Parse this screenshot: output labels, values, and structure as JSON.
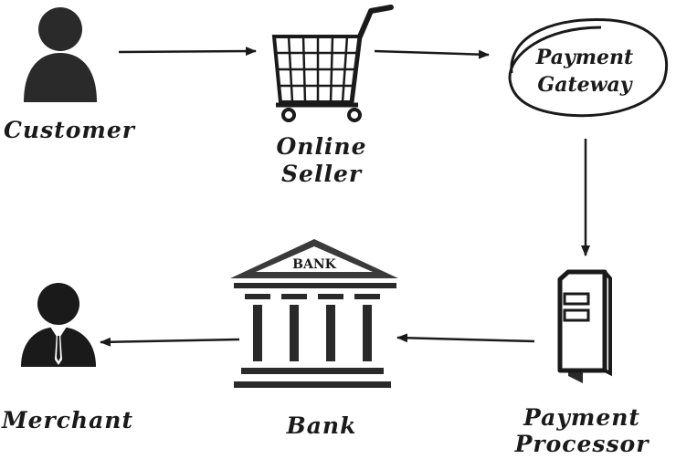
{
  "nodes": {
    "customer": {
      "label": "Customer",
      "icon": "person-icon"
    },
    "online_seller": {
      "label_line1": "Online",
      "label_line2": "Seller",
      "icon": "shopping-cart-icon"
    },
    "payment_gateway": {
      "label_line1": "Payment",
      "label_line2": "Gateway",
      "icon": "ellipse-outline"
    },
    "payment_processor": {
      "label_line1": "Payment",
      "label_line2": "Processor",
      "icon": "server-tower-icon"
    },
    "bank": {
      "label": "Bank",
      "building_sign": "BANK",
      "icon": "bank-building-icon"
    },
    "merchant": {
      "label": "Merchant",
      "icon": "businessman-icon"
    }
  },
  "edges": [
    {
      "from": "Customer",
      "to": "Online Seller"
    },
    {
      "from": "Online Seller",
      "to": "Payment Gateway"
    },
    {
      "from": "Payment Gateway",
      "to": "Payment Processor"
    },
    {
      "from": "Payment Processor",
      "to": "Bank"
    },
    {
      "from": "Bank",
      "to": "Merchant"
    }
  ],
  "colors": {
    "ink": "#1a1a1a",
    "background": "#ffffff"
  }
}
